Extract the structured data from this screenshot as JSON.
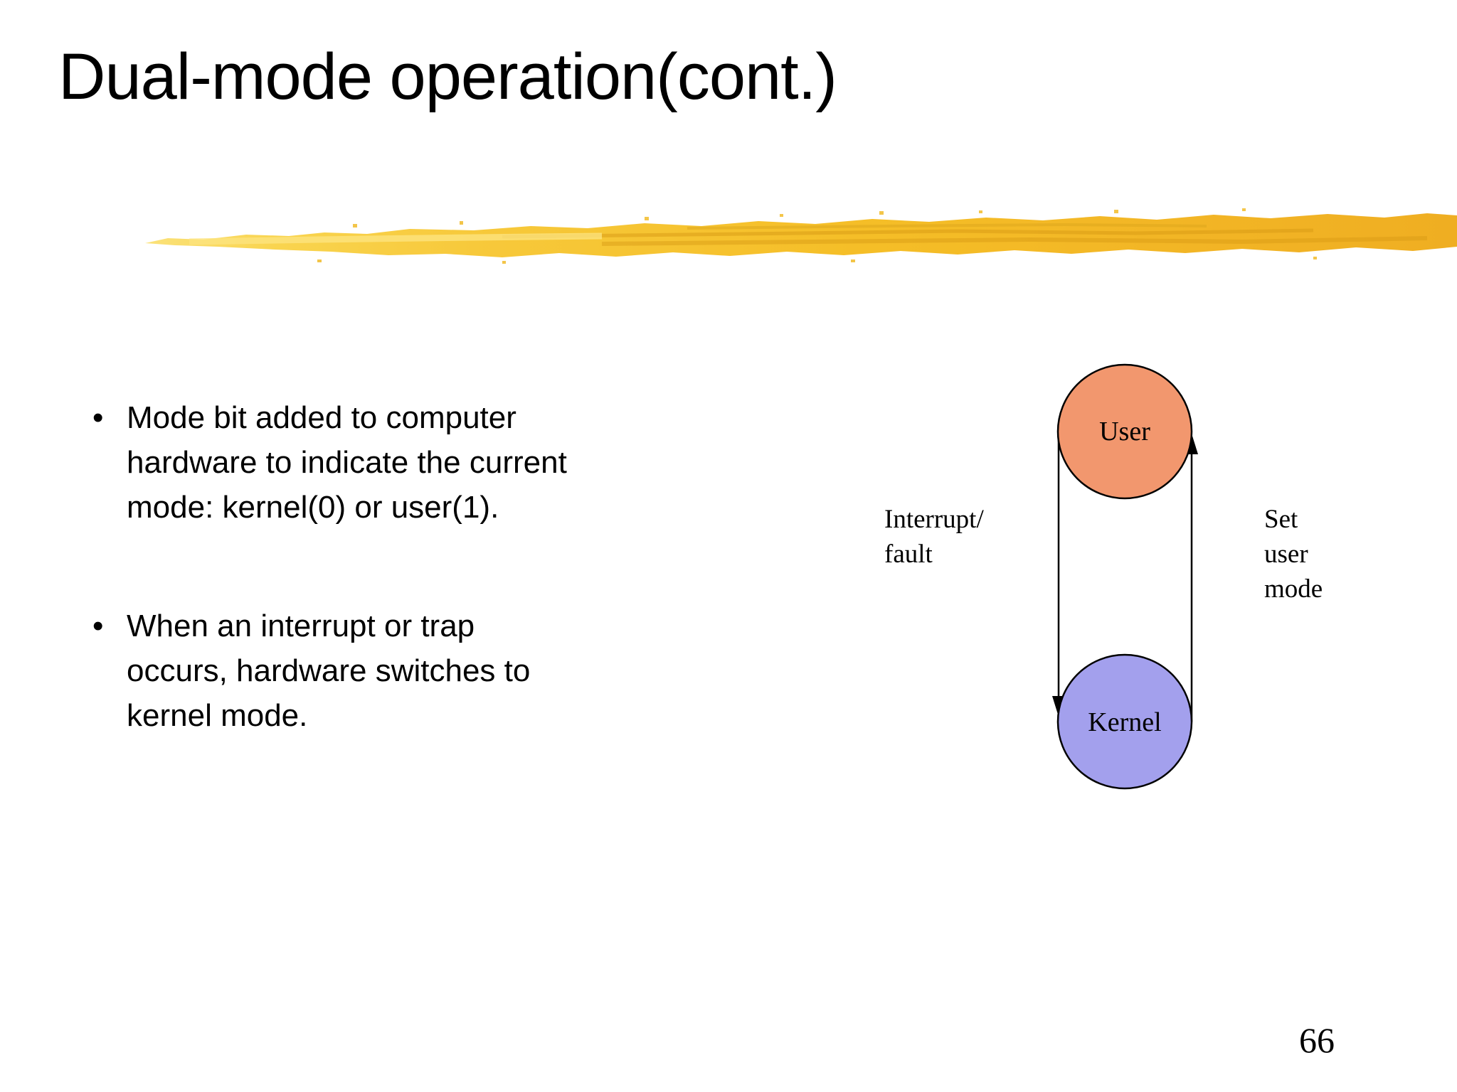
{
  "slide": {
    "title": "Dual-mode operation(cont.)",
    "page_number": "66",
    "bullets": [
      {
        "marker": "•",
        "text": "Mode bit added to computer\nhardware to indicate the current\nmode: kernel(0) or user(1)."
      },
      {
        "marker": "•",
        "text": "When an interrupt or trap\noccurs, hardware switches to\nkernel mode."
      }
    ]
  },
  "diagram": {
    "nodes": [
      {
        "id": "user",
        "label": "User",
        "color": "#F2976E"
      },
      {
        "id": "kernel",
        "label": "Kernel",
        "color": "#A3A0ED"
      }
    ],
    "edges": [
      {
        "from": "user",
        "to": "kernel",
        "direction": "down",
        "label": "Interrupt/\nfault"
      },
      {
        "from": "kernel",
        "to": "user",
        "direction": "up",
        "label": "Set\nuser\nmode"
      }
    ]
  },
  "colors": {
    "user-node": "#F2976E",
    "kernel-node": "#A3A0ED",
    "brush-light": "#FBE27A",
    "brush-main": "#F5BE27",
    "brush-dark": "#D89A14",
    "line": "#000000"
  }
}
